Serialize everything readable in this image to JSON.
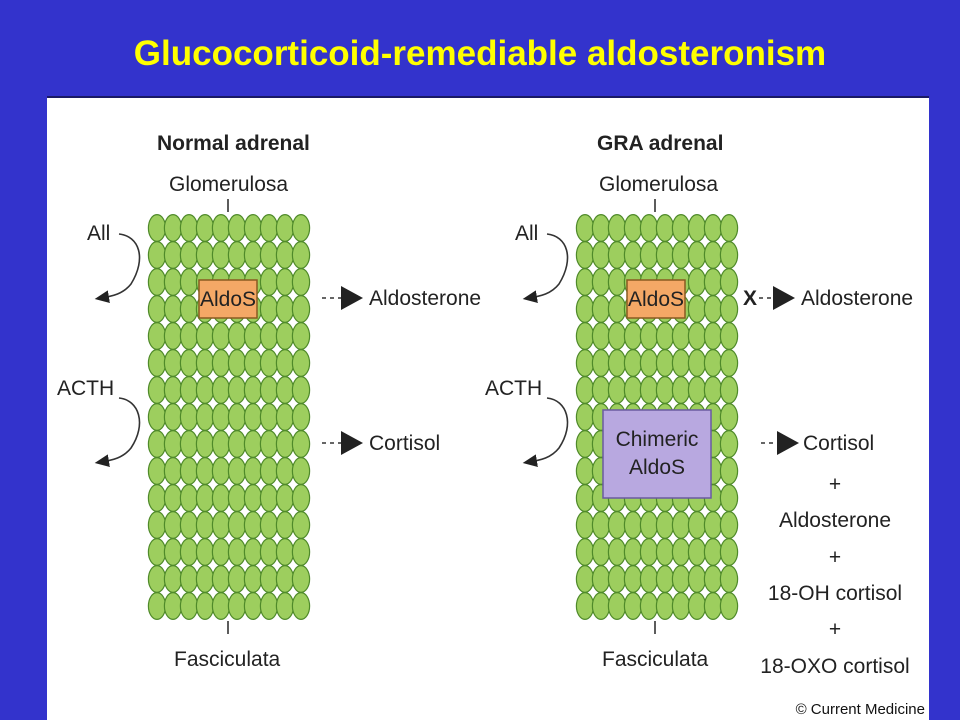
{
  "slide": {
    "title": "Glucocorticoid-remediable aldosteronism"
  },
  "colors": {
    "background": "#3333cc",
    "title": "#ffff00",
    "cell_fill": "#9dce5e",
    "aldos_fill": "#f4a866",
    "chimeric_fill": "#b8a8e0"
  },
  "normal": {
    "header": "Normal adrenal",
    "top_zone": "Glomerulosa",
    "bottom_zone": "Fasciculata",
    "enzyme": "AldoS",
    "stimulus_top": "All",
    "stimulus_bottom": "ACTH",
    "output_top": "Aldosterone",
    "output_bottom": "Cortisol"
  },
  "gra": {
    "header": "GRA adrenal",
    "top_zone": "Glomerulosa",
    "bottom_zone": "Fasciculata",
    "enzyme": "AldoS",
    "chimeric_line1": "Chimeric",
    "chimeric_line2": "AldoS",
    "stimulus_top": "All",
    "stimulus_bottom": "ACTH",
    "blocked_mark": "X",
    "output_top": "Aldosterone",
    "outputs": [
      "Cortisol",
      "+",
      "Aldosterone",
      "+",
      "18-OH cortisol",
      "+",
      "18-OXO cortisol"
    ]
  },
  "copyright": "© Current Medicine"
}
